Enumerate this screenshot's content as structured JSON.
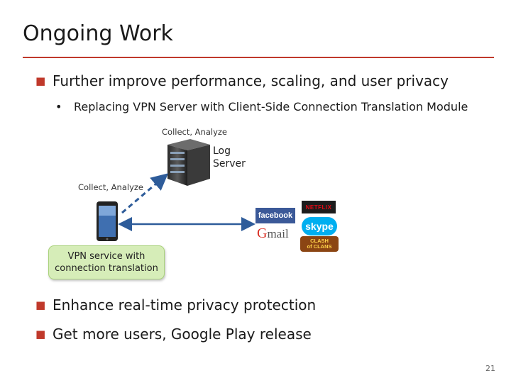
{
  "slide": {
    "title": "Ongoing Work",
    "page_number": "21"
  },
  "bullets": [
    {
      "text": "Further improve performance, scaling, and user privacy"
    },
    {
      "text": "Enhance real-time privacy protection"
    },
    {
      "text": "Get more users, Google Play release"
    }
  ],
  "sub_bullet": {
    "text": "Replacing VPN Server with Client-Side Connection Translation Module"
  },
  "diagram": {
    "server_caption": "Collect, Analyze",
    "server_label": "Log\nServer",
    "phone_caption": "Collect, Analyze",
    "vpn_box": "VPN service with\nconnection translation",
    "apps": {
      "facebook": "facebook",
      "netflix": "NETFLIX",
      "skype": "skype",
      "gmail_g": "G",
      "gmail_rest": "mail",
      "clash": "CLASH\nof CLANS"
    },
    "colors": {
      "accent": "#c0392b",
      "arrow": "#2e5c9a",
      "vpn_box": "#d6edb8"
    }
  }
}
